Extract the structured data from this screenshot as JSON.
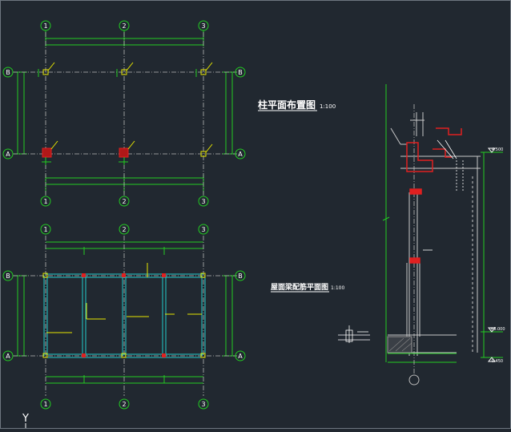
{
  "titles": {
    "column_plan": "柱平面布置图",
    "column_plan_scale": "1:100",
    "roof_plan": "屋面梁配筋平面图",
    "roof_plan_scale": "1:100"
  },
  "grid_labels": {
    "axis_numbers": [
      "1",
      "2",
      "3"
    ],
    "axis_letters": [
      "B",
      "A"
    ]
  },
  "elevations": {
    "top": "4.500",
    "mid": "±0.000",
    "bottom": "-0.450"
  },
  "ucs_label": "Y",
  "colors": {
    "background": "#212830",
    "dimension": "#22cc22",
    "grid_line": "#c0c0c0",
    "column": "#e6e600",
    "section_red": "#e02020",
    "beam_cyan": "#22cccc",
    "white": "#ffffff"
  }
}
